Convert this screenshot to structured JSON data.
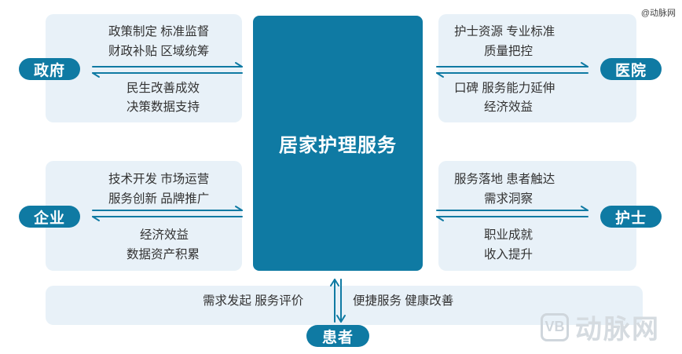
{
  "watermark_top": "@动脉网",
  "watermark_bottom": "动脉网",
  "watermark_logo": "VB",
  "center": "居家护理服务",
  "government": {
    "label": "政府",
    "outbound": [
      "政策制定 标准监督",
      "财政补贴 区域统筹"
    ],
    "inbound": [
      "民生改善成效",
      "决策数据支持"
    ]
  },
  "hospital": {
    "label": "医院",
    "outbound": [
      "护士资源 专业标准",
      "质量把控"
    ],
    "inbound": [
      "口碑 服务能力延伸",
      "经济效益"
    ]
  },
  "enterprise": {
    "label": "企业",
    "outbound": [
      "技术开发 市场运营",
      "服务创新 品牌推广"
    ],
    "inbound": [
      "经济效益",
      "数据资产积累"
    ]
  },
  "nurse": {
    "label": "护士",
    "outbound": [
      "服务落地 患者触达",
      "需求洞察"
    ],
    "inbound": [
      "职业成就",
      "收入提升"
    ]
  },
  "patient": {
    "label": "患者",
    "outbound": "需求发起 服务评价",
    "inbound": "便捷服务 健康改善"
  }
}
